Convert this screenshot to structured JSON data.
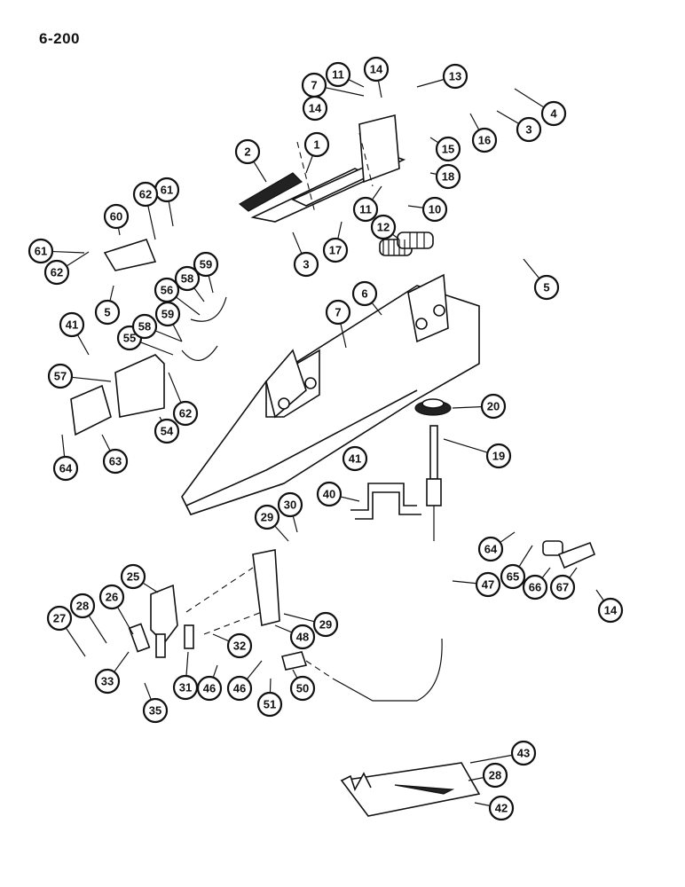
{
  "page": {
    "number": "6-200"
  },
  "callout_labels": [
    "1",
    "2",
    "3",
    "3",
    "4",
    "5",
    "5",
    "6",
    "7",
    "7",
    "10",
    "11",
    "11",
    "12",
    "13",
    "14",
    "14",
    "14",
    "15",
    "16",
    "17",
    "18",
    "19",
    "20",
    "25",
    "26",
    "27",
    "28",
    "28",
    "29",
    "29",
    "30",
    "31",
    "32",
    "33",
    "35",
    "40",
    "41",
    "41",
    "42",
    "43",
    "46",
    "46",
    "47",
    "48",
    "50",
    "51",
    "54",
    "55",
    "56",
    "57",
    "58",
    "58",
    "59",
    "59",
    "60",
    "61",
    "61",
    "62",
    "62",
    "62",
    "63",
    "64",
    "64",
    "65",
    "66",
    "67"
  ]
}
